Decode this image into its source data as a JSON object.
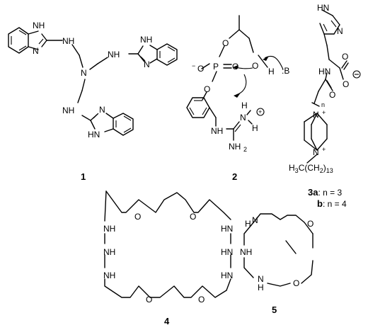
{
  "compounds": {
    "c1": {
      "number": "1",
      "atoms": {
        "nh_bim_a": "NH",
        "nh_a": "NH",
        "n_center": "N",
        "nh_b": "NH",
        "nh_bim_b": "NH",
        "n_bim_a": "N",
        "n_bim_b": "N",
        "nh_c": "NH",
        "n_bim_c": "N",
        "hn_bim_c": "HN"
      }
    },
    "c2": {
      "number": "2",
      "atoms": {
        "o_top": "O",
        "p": "P",
        "o_minus": "O",
        "o_double": "O",
        "oh_o": "O",
        "oh_h": "H",
        "base": ":B",
        "o_aryl": "O",
        "nh_gua": "NH",
        "n_plus": "N",
        "h1": "H",
        "h2": "H",
        "nh2": "NH",
        "nh2_sub": "2"
      },
      "charges": {
        "minus": "−",
        "plus": "+"
      }
    },
    "c3": {
      "label_a_num": "3a",
      "label_a_rest": ": n = 3",
      "label_b_num": "b",
      "label_b_rest": ": n = 4",
      "atoms": {
        "hn_top": "HN",
        "n_imid": "N",
        "hn_amide": "HN",
        "o_amide": "O",
        "o_carbox": "O",
        "o_minus": "O",
        "n_sub": "n",
        "n_plus1": "N",
        "n_plus2": "N",
        "tail_h": "H",
        "tail_h_sub": "3",
        "tail_c": "C(CH",
        "tail_sub1": "2",
        "tail_close": ")",
        "tail_sub2": "13"
      }
    },
    "c4": {
      "number": "4",
      "atoms": {
        "o1": "O",
        "o2": "O",
        "o3": "O",
        "o4": "O",
        "nh1": "NH",
        "nh2": "NH",
        "nh3": "NH",
        "nh4": "HN",
        "nh5": "HN",
        "nh6": "HN"
      }
    },
    "c5": {
      "number": "5",
      "atoms": {
        "n1": "N",
        "n2": "NH",
        "n3": "N",
        "o1": "O",
        "o2": "O",
        "h1": "H",
        "h3": "H"
      }
    }
  }
}
